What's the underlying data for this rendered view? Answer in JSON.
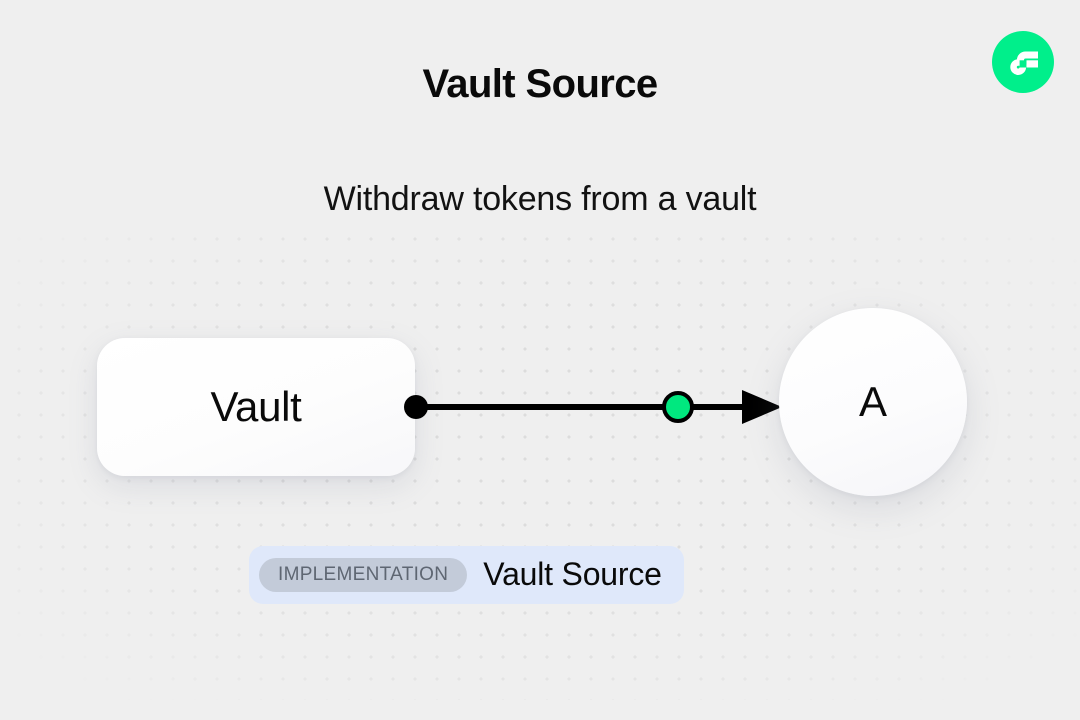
{
  "header": {
    "title": "Vault Source",
    "subtitle": "Withdraw tokens from a vault"
  },
  "brand": {
    "name": "flow-logo",
    "circle_color": "#00ef8b",
    "mark_color": "#ffffff"
  },
  "background": {
    "page_color": "#efefef",
    "dot_color": "#dcdcdc"
  },
  "diagram": {
    "source_node": {
      "label": "Vault",
      "shape": "rounded-rect"
    },
    "target_node": {
      "label": "A",
      "shape": "circle"
    },
    "connector": {
      "start_handle_color": "#000000",
      "midpoint_color": "#00e87f",
      "line_color": "#000000",
      "arrow_direction": "right"
    }
  },
  "implementation": {
    "tag_label": "IMPLEMENTATION",
    "name": "Vault Source",
    "bar_color": "#dfe8fa",
    "tag_color": "#c3cbd9"
  }
}
